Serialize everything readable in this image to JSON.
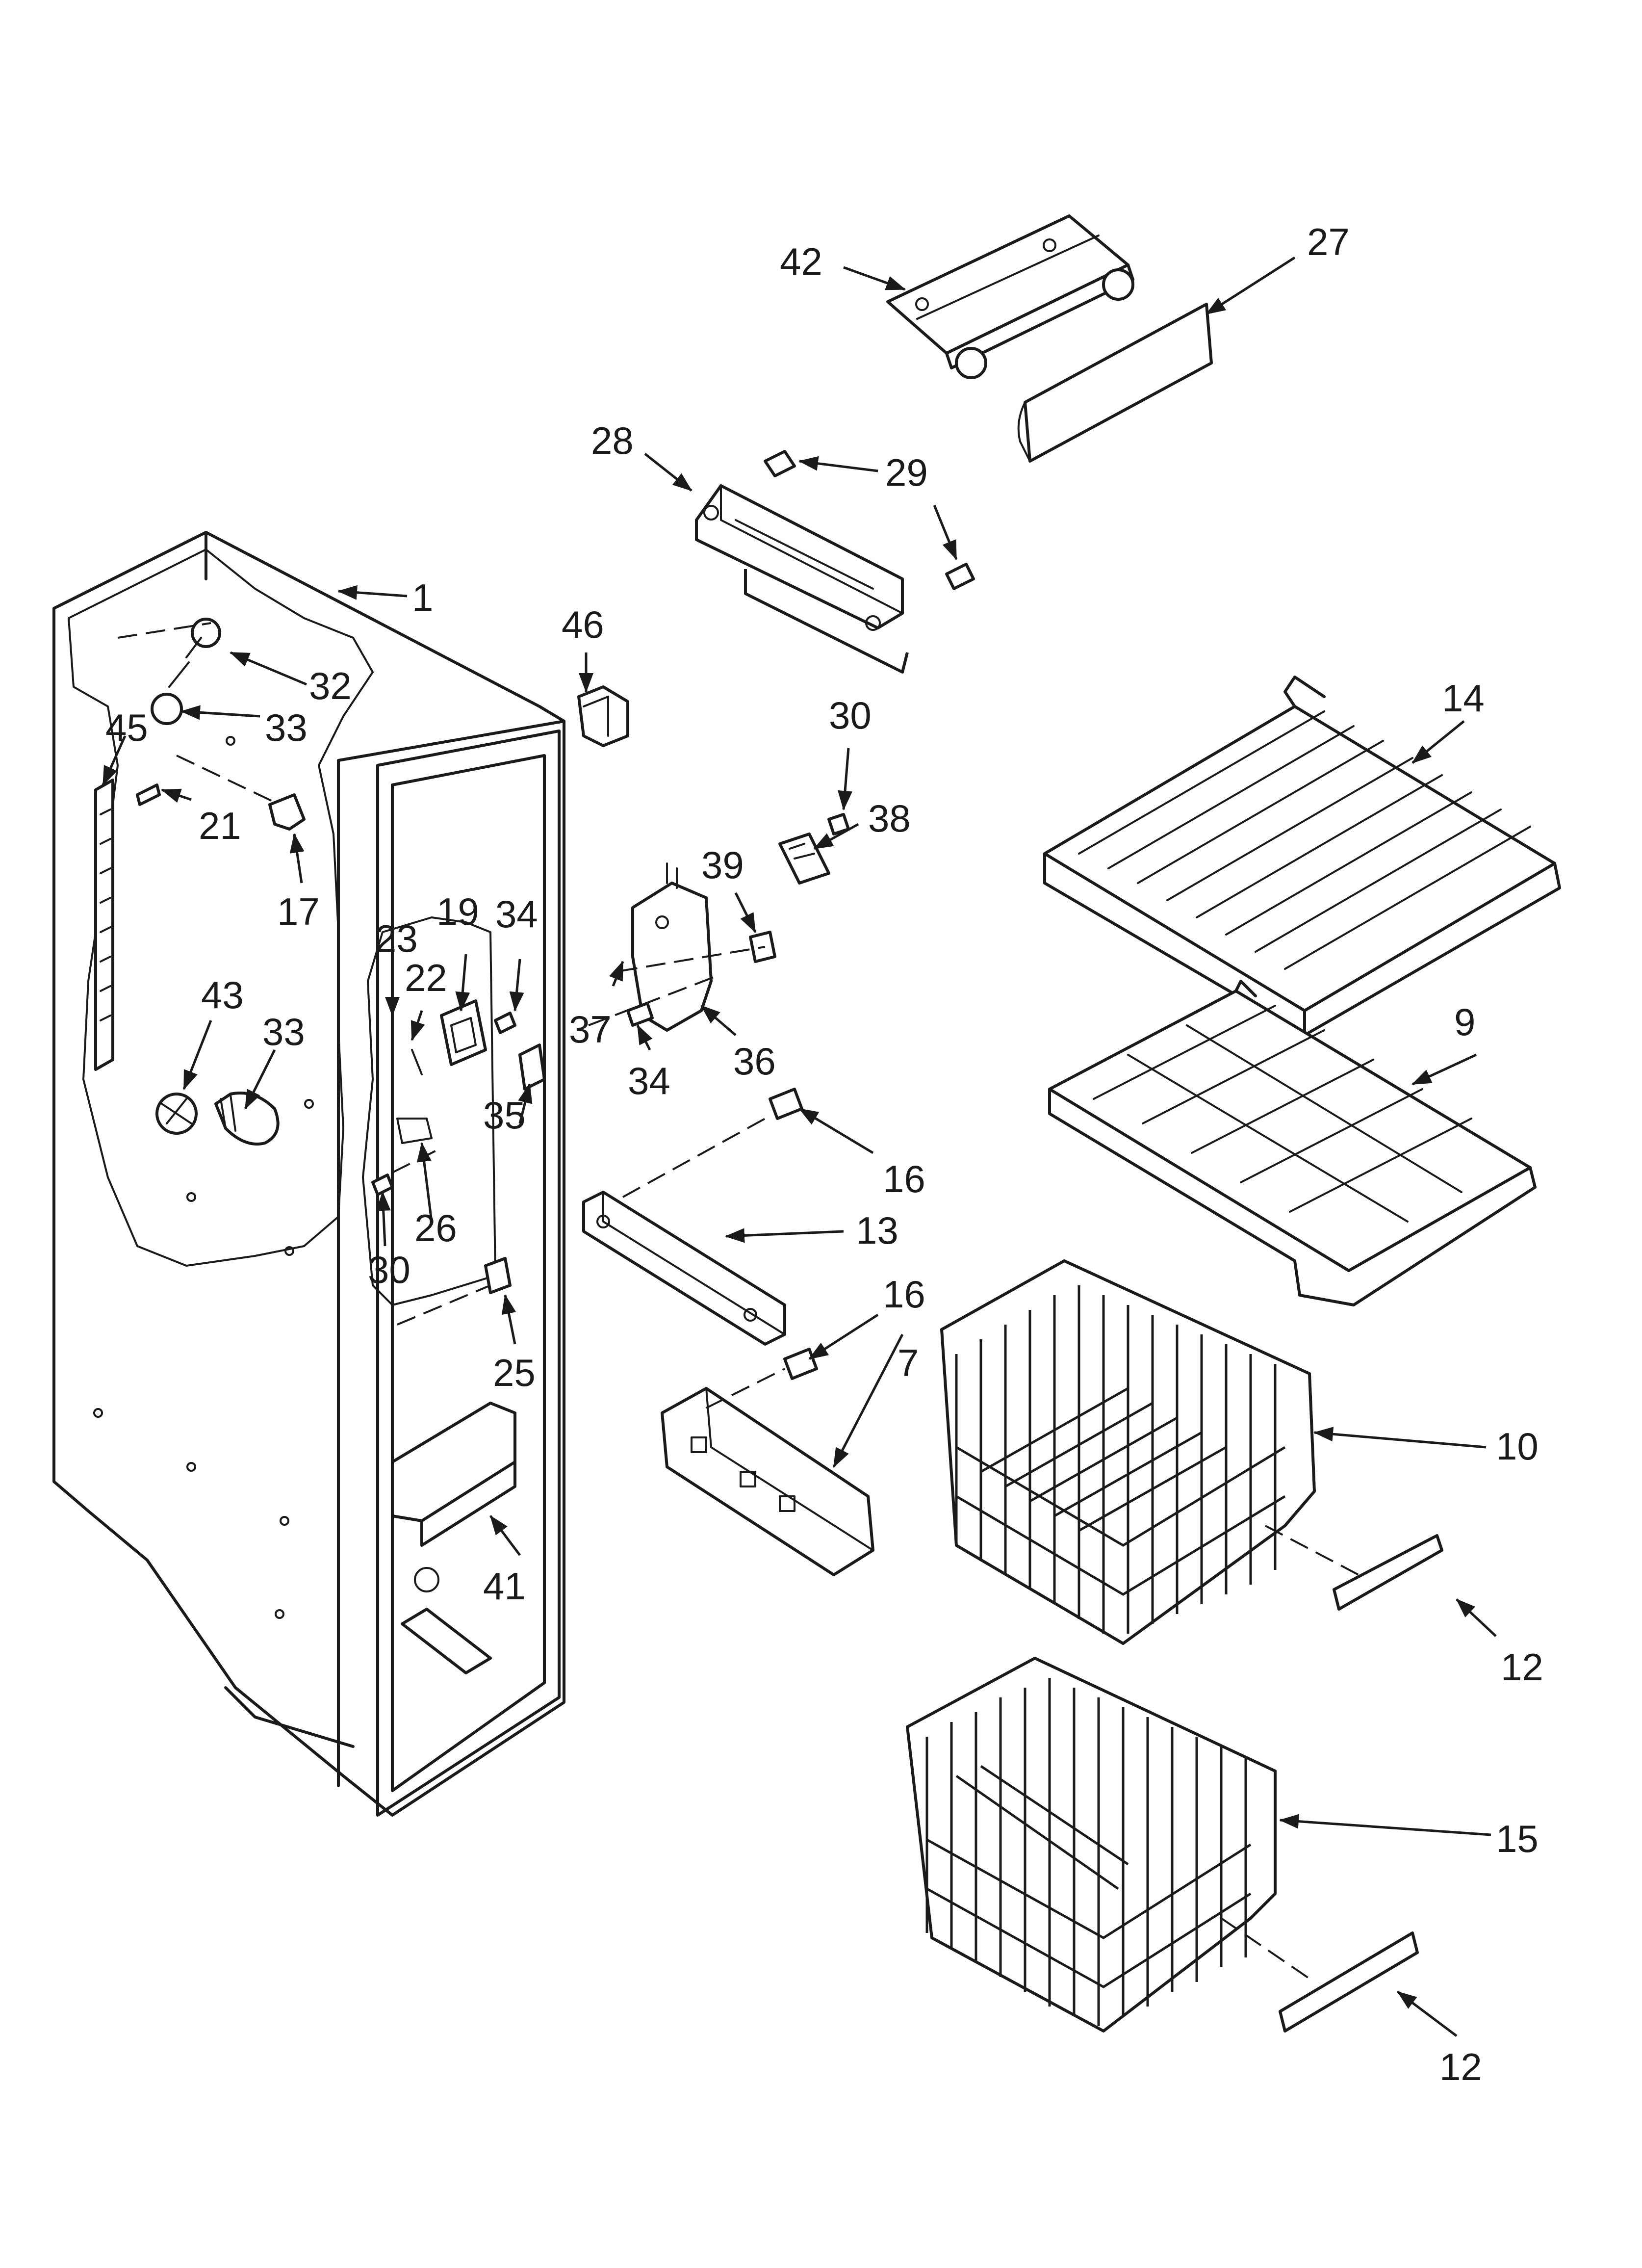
{
  "callouts": {
    "c1": "1",
    "c7": "7",
    "c9": "9",
    "c10": "10",
    "c12a": "12",
    "c12b": "12",
    "c13": "13",
    "c14": "14",
    "c15": "15",
    "c16a": "16",
    "c16b": "16",
    "c17": "17",
    "c19": "19",
    "c21": "21",
    "c22": "22",
    "c23": "23",
    "c25": "25",
    "c26": "26",
    "c27": "27",
    "c28": "28",
    "c29": "29",
    "c30a": "30",
    "c30b": "30",
    "c32": "32",
    "c33a": "33",
    "c33b": "33",
    "c34a": "34",
    "c34b": "34",
    "c35": "35",
    "c36": "36",
    "c37": "37",
    "c38": "38",
    "c39": "39",
    "c41": "41",
    "c42": "42",
    "c43": "43",
    "c45": "45",
    "c46": "46"
  }
}
